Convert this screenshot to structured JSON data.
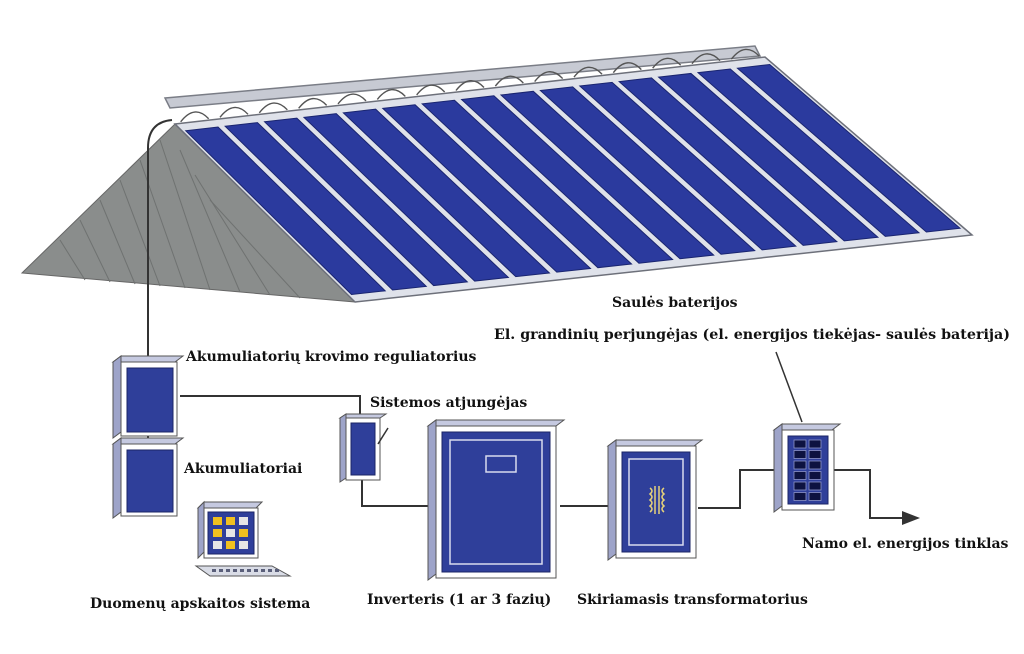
{
  "labels": {
    "solar_panels": "Saulės baterijos",
    "circuit_switch": "El. grandinių perjungėjas (el. energijos tiekėjas- saulės baterija)",
    "charge_controller": "Akumuliatorių krovimo reguliatorius",
    "system_disconnect": "Sistemos atjungėjas",
    "batteries": "Akumuliatoriai",
    "data_system": "Duomenų apskaitos sistema",
    "inverter": "Inverteris (1 ar 3 fazių)",
    "transformer": "Skiriamasis transformatorius",
    "grid": "Namo el. energijos tinklas"
  },
  "colors": {
    "panel_blue": "#2b3a9e",
    "equipment_blue": "#2f3f9a",
    "equipment_side": "#b4b9d9",
    "roof_gray": "#8a8d8c",
    "frame_gray": "#c7cad3",
    "wire": "#333333"
  }
}
